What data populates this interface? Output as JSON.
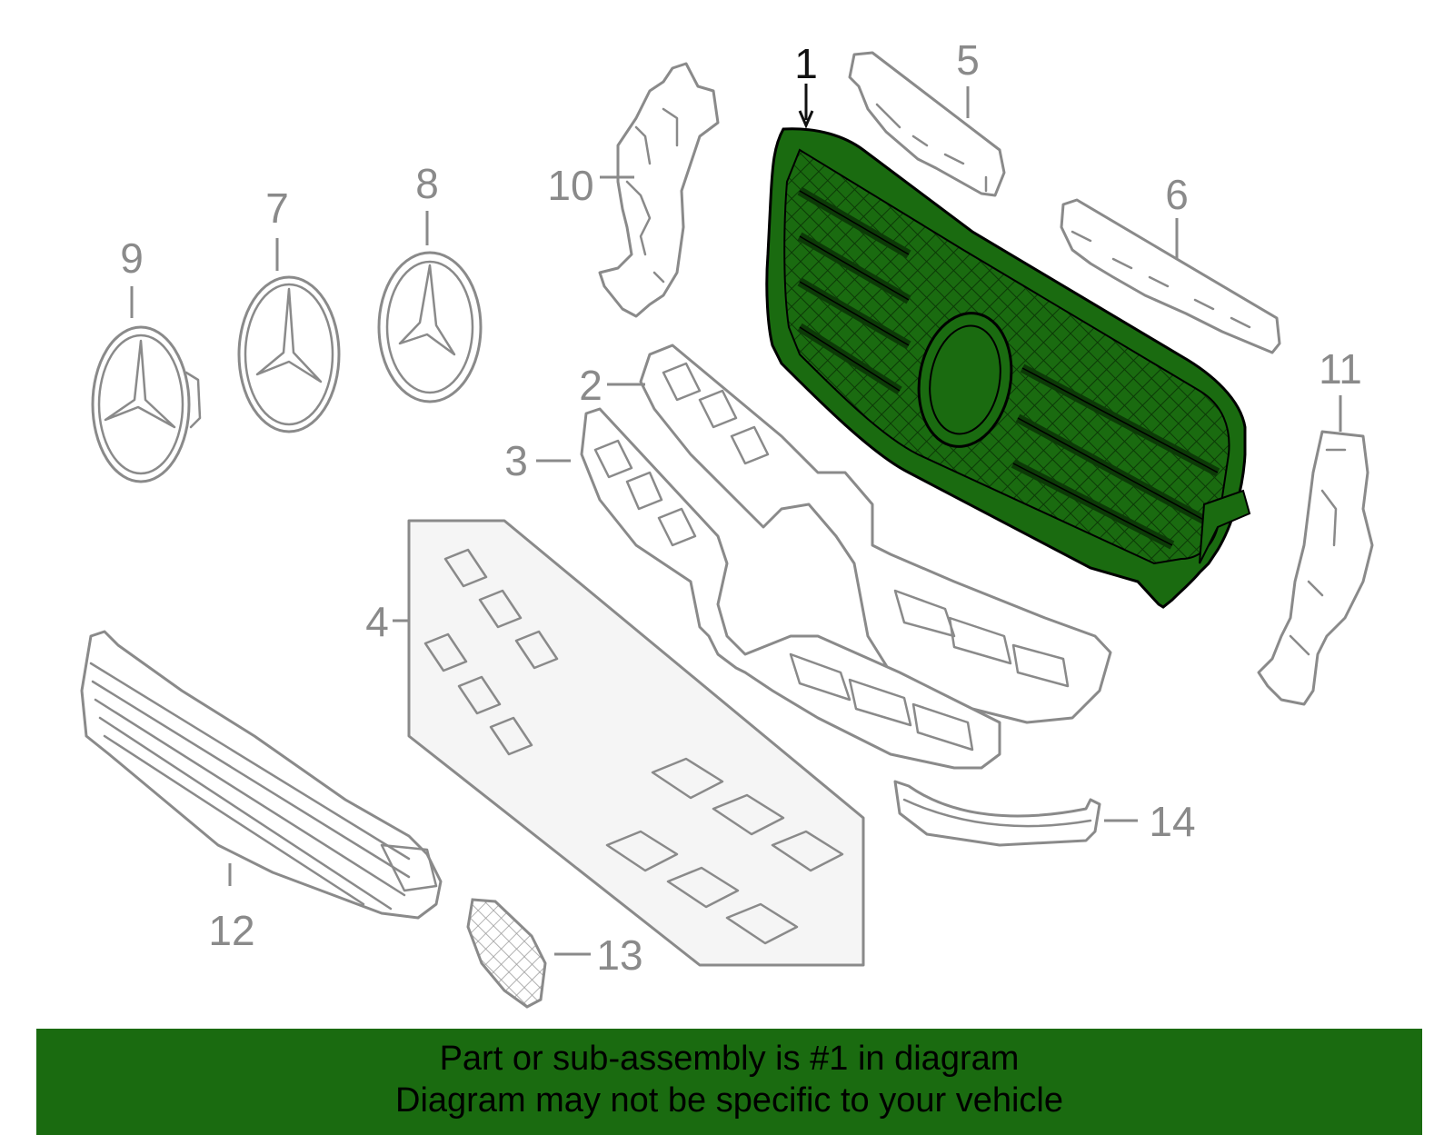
{
  "callouts": {
    "c1": "1",
    "c2": "2",
    "c3": "3",
    "c4": "4",
    "c5": "5",
    "c6": "6",
    "c7": "7",
    "c8": "8",
    "c9": "9",
    "c10": "10",
    "c11": "11",
    "c12": "12",
    "c13": "13",
    "c14": "14"
  },
  "highlight_part": "1",
  "colors": {
    "highlight": "#1a6b10",
    "line": "#8a8a8a",
    "banner": "#1a6b10"
  },
  "banner": {
    "line1": "Part or sub-assembly is #1 in diagram",
    "line2": "Diagram may not be specific to your vehicle"
  }
}
